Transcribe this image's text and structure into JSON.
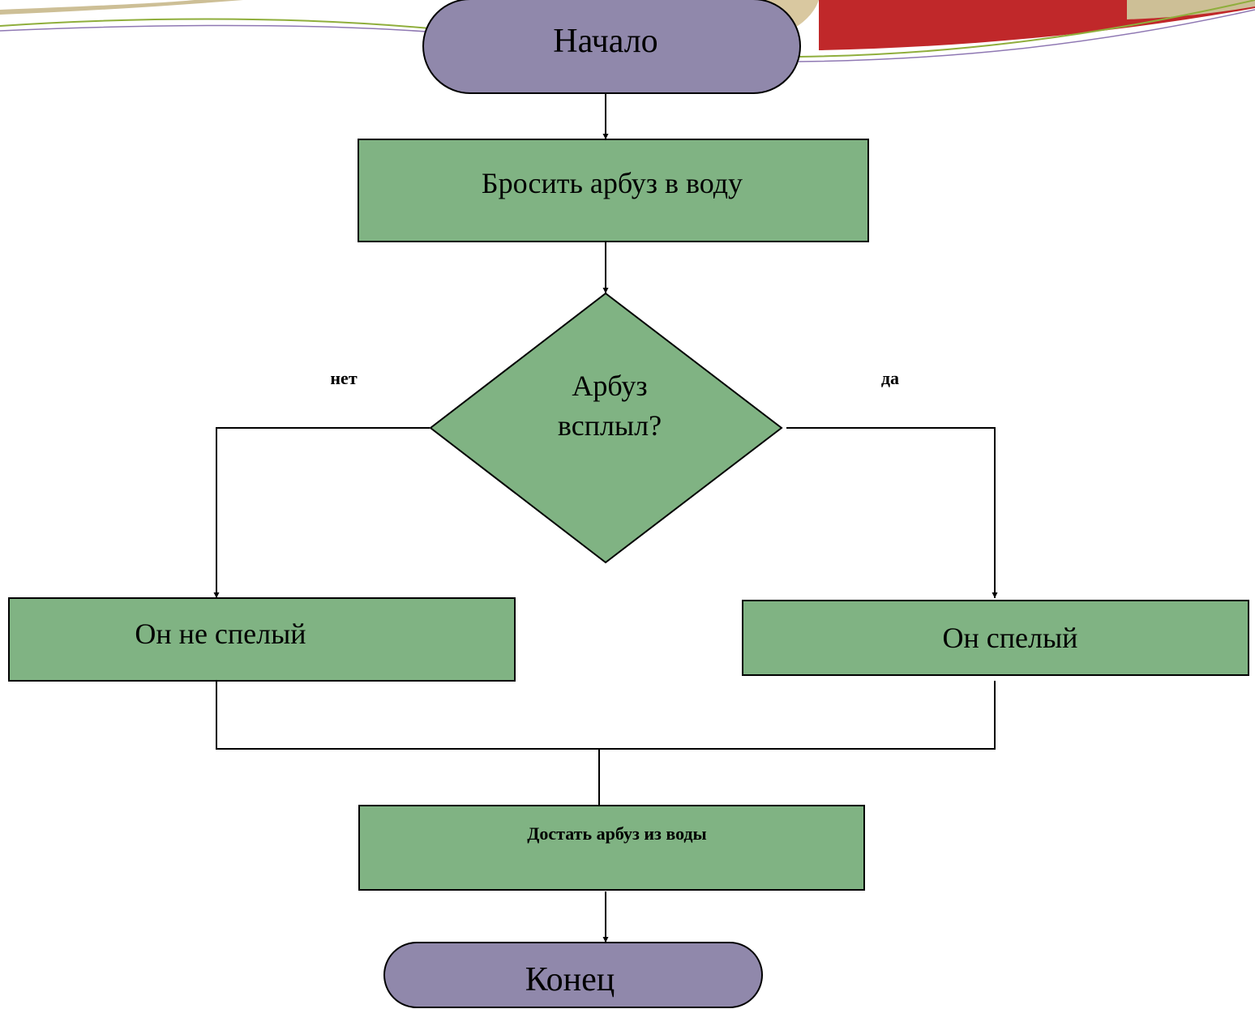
{
  "colors": {
    "process_fill": "#80b383",
    "terminal_fill": "#9088ab",
    "stroke": "#000000",
    "accent_red": "#c0282a",
    "accent_tan": "#cdbf96"
  },
  "flowchart": {
    "start": "Начало",
    "step1": "Бросить арбуз в воду",
    "decision_line1": "Арбуз",
    "decision_line2": "всплыл?",
    "branch_no": "нет",
    "branch_yes": "да",
    "result_no": "Он не спелый",
    "result_yes": "Он спелый",
    "step_final": "Достать арбуз из воды",
    "end": "Конец"
  }
}
